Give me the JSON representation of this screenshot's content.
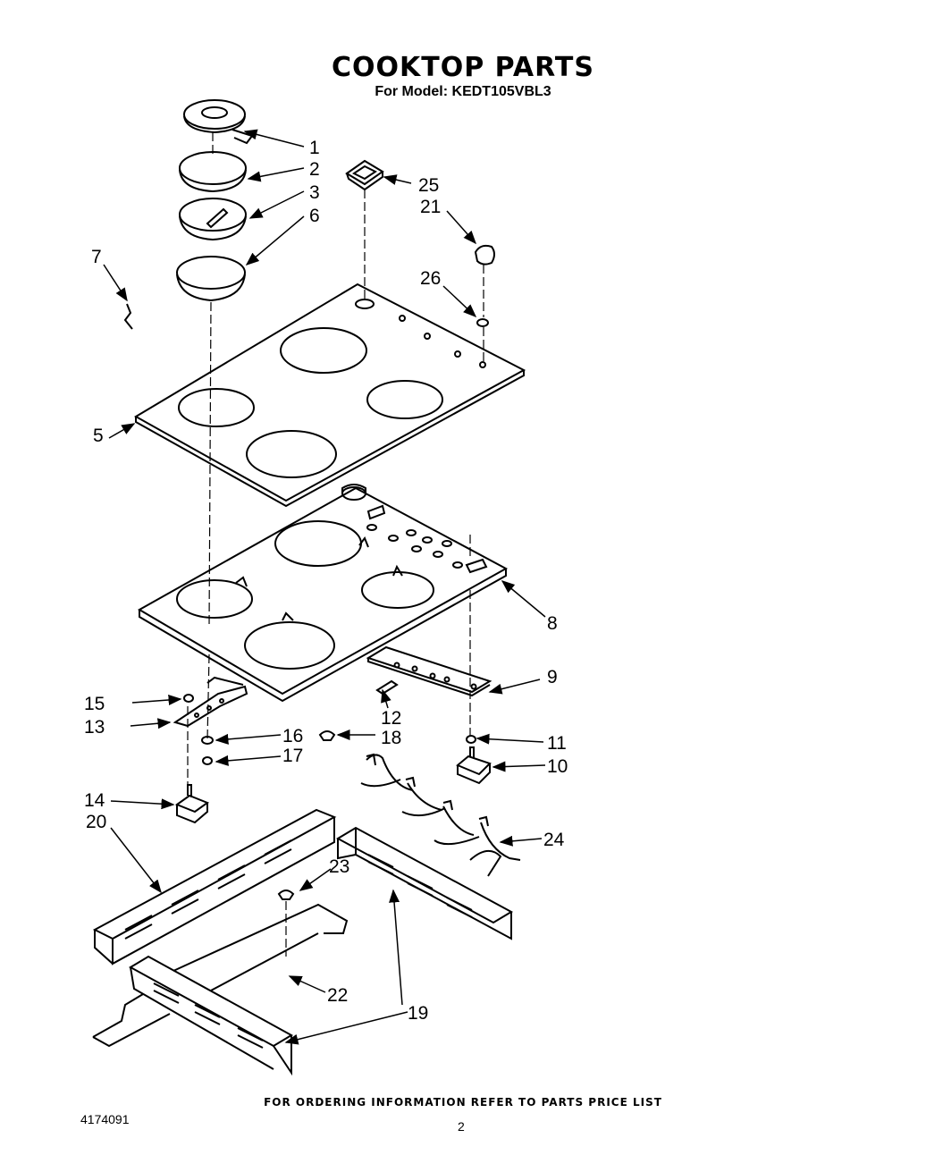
{
  "header": {
    "title": "COOKTOP PARTS",
    "model_line": "For Model: KEDT105VBL3"
  },
  "footer": {
    "ordering_note": "FOR ORDERING INFORMATION REFER TO PARTS PRICE LIST",
    "document_number": "4174091",
    "page_number": "2"
  },
  "callouts": {
    "c1": "1",
    "c2": "2",
    "c3": "3",
    "c5": "5",
    "c6": "6",
    "c7": "7",
    "c8": "8",
    "c9": "9",
    "c10": "10",
    "c11": "11",
    "c12": "12",
    "c13": "13",
    "c14": "14",
    "c15": "15",
    "c16": "16",
    "c17": "17",
    "c18": "18",
    "c19": "19",
    "c20": "20",
    "c21": "21",
    "c22": "22",
    "c23": "23",
    "c24": "24",
    "c25": "25",
    "c26": "26"
  }
}
